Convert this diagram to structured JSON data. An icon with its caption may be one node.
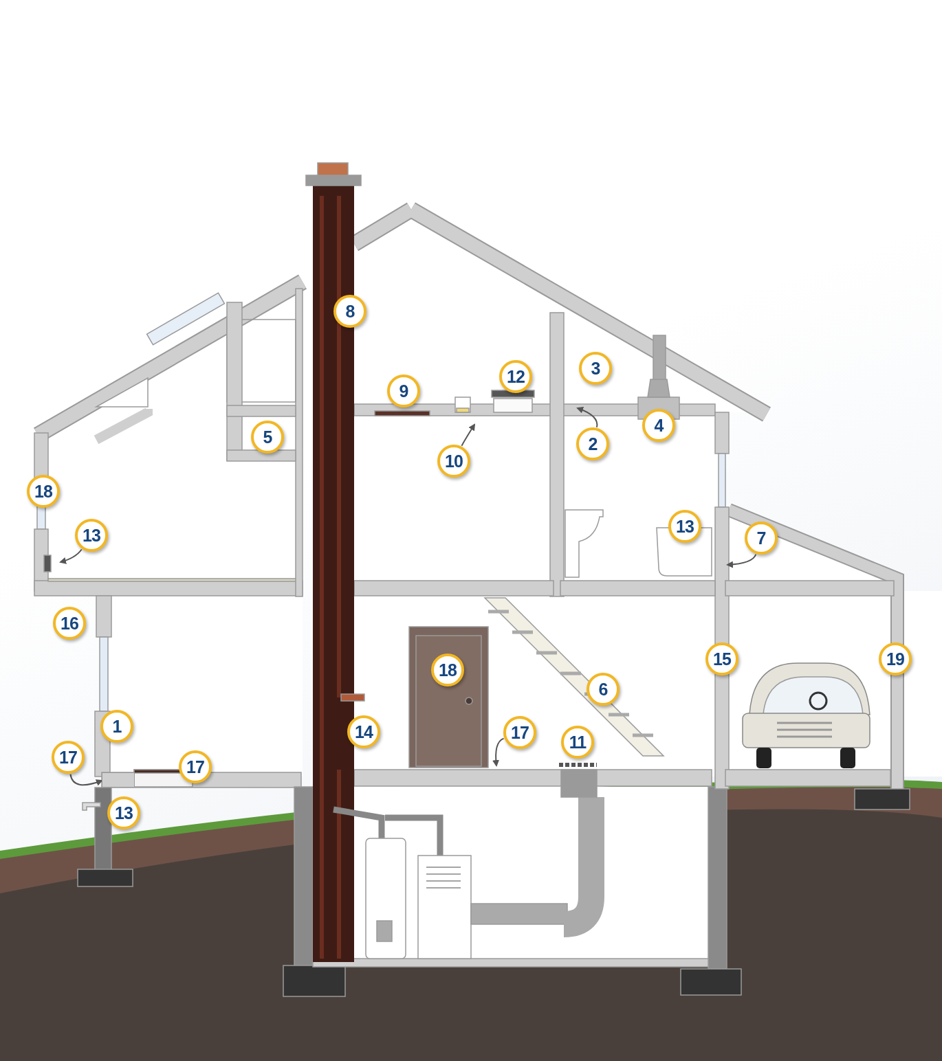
{
  "diagram": {
    "nodes": [
      {
        "text": [
          "8"
        ]
      },
      {
        "text": [
          "12"
        ]
      },
      {
        "text": [
          "3"
        ]
      },
      {
        "text": [
          "9"
        ]
      },
      {
        "text": [
          "4"
        ]
      },
      {
        "text": [
          "5"
        ]
      },
      {
        "text": [
          "2"
        ]
      },
      {
        "text": [
          "10"
        ]
      },
      {
        "text": [
          "18"
        ]
      },
      {
        "text": [
          "13"
        ]
      },
      {
        "text": [
          "13"
        ]
      },
      {
        "text": [
          "7"
        ]
      },
      {
        "text": [
          "16"
        ]
      },
      {
        "text": [
          "15"
        ]
      },
      {
        "text": [
          "19"
        ]
      },
      {
        "text": [
          "18"
        ]
      },
      {
        "text": [
          "6"
        ]
      },
      {
        "text": [
          "1"
        ]
      },
      {
        "text": [
          "14"
        ]
      },
      {
        "text": [
          "17"
        ]
      },
      {
        "text": [
          "11"
        ]
      },
      {
        "text": [
          "17"
        ]
      },
      {
        "text": [
          "17"
        ]
      },
      {
        "text": [
          "13"
        ]
      },
      {
        "text": [],
        "shape": "box"
      }
    ],
    "edges": [
      {
        "from": 6,
        "to": null,
        "arrow": "to"
      },
      {
        "from": 7,
        "to": null,
        "arrow": "to"
      },
      {
        "from": 10,
        "to": null,
        "arrow": "to"
      },
      {
        "from": 11,
        "to": null,
        "arrow": "to"
      },
      {
        "from": 19,
        "to": null,
        "arrow": "to"
      },
      {
        "from": 21,
        "to": 24,
        "arrow": "to"
      }
    ]
  }
}
